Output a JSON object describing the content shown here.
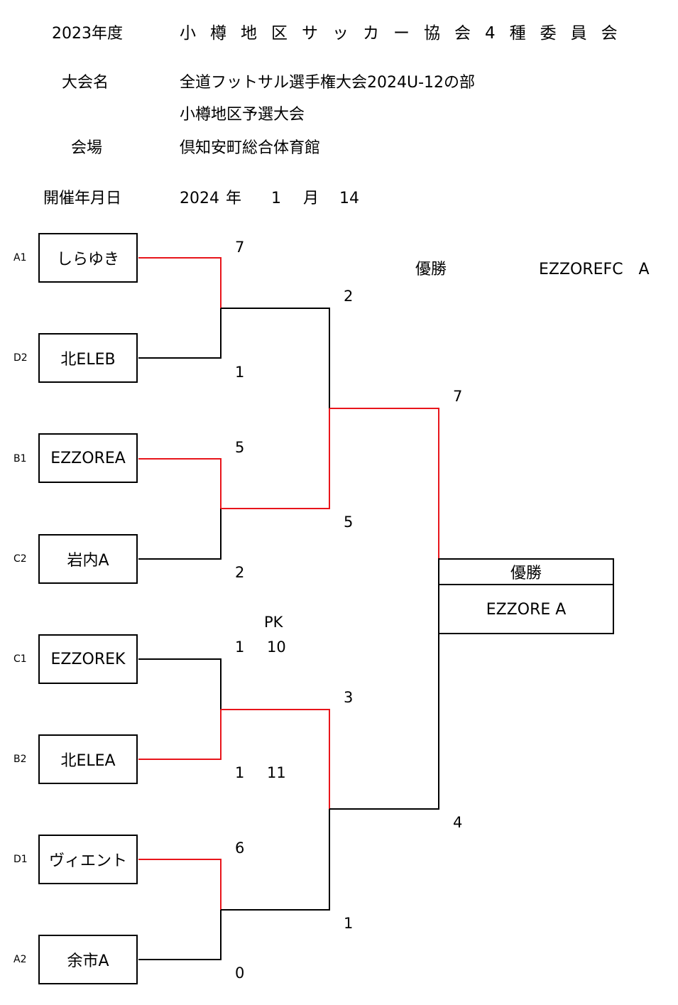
{
  "header": {
    "season": "2023年度",
    "organizer": "小樽地区サッカー協会4種委員会",
    "event_label": "大会名",
    "event_line1": "全道フットサル選手権大会2024U-12の部",
    "event_line2": "小樽地区予選大会",
    "venue_label": "会場",
    "venue": "倶知安町総合体育館",
    "date_label": "開催年月日",
    "year": "2024",
    "year_unit": "年",
    "month": "1",
    "month_unit": "月",
    "day": "14"
  },
  "champion": {
    "label": "優勝",
    "name": "EZZOREFC　A"
  },
  "teams": [
    {
      "seed": "A1",
      "name": "しらゆき"
    },
    {
      "seed": "D2",
      "name": "北ELEB"
    },
    {
      "seed": "B1",
      "name": "EZZOREA"
    },
    {
      "seed": "C2",
      "name": "岩内A"
    },
    {
      "seed": "C1",
      "name": "EZZOREK"
    },
    {
      "seed": "B2",
      "name": "北ELEA"
    },
    {
      "seed": "D1",
      "name": "ヴィエント"
    },
    {
      "seed": "A2",
      "name": "余市A"
    }
  ],
  "round1_scores": [
    "7",
    "1",
    "5",
    "2",
    "1",
    "1",
    "6",
    "0"
  ],
  "pk": {
    "label": "PK",
    "scores": [
      "10",
      "11"
    ]
  },
  "semifinal_scores": [
    "2",
    "5",
    "3",
    "1"
  ],
  "final_scores": [
    "7",
    "4"
  ],
  "winner_box": {
    "label": "優勝",
    "team": "EZZORE A"
  },
  "colors": {
    "win_line": "#e8151b",
    "lose_line": "#000000"
  }
}
